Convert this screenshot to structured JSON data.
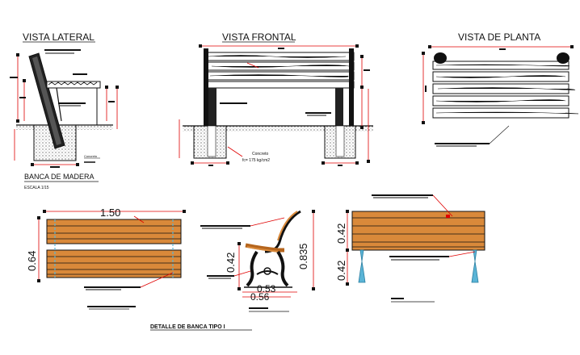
{
  "views": {
    "lateral_title": "VISTA LATERAL",
    "frontal_title": "VISTA FRONTAL",
    "planta_title": "VISTA DE PLANTA"
  },
  "labels": {
    "bench_name": "BANCA DE MADERA",
    "scale": "ESCALA 1/15",
    "concrete": "Concreto",
    "concrete_strength": "fc= 175 kg/cm2",
    "detail_title": "DETALLE DE BANCA TIPO I"
  },
  "dims": {
    "width_top": "1.50",
    "width_side": "0.64",
    "seat_height": "0.42",
    "total_height": "0.835",
    "depth_a": "0.53",
    "depth_b": "0.56",
    "front_upper": "0.42",
    "front_lower": "0.42"
  },
  "colors": {
    "line": "#111111",
    "dim_red": "#e00000",
    "wood": "#d9893a",
    "wood_dark": "#b5651d",
    "leg_blue": "#5ab4d6"
  }
}
